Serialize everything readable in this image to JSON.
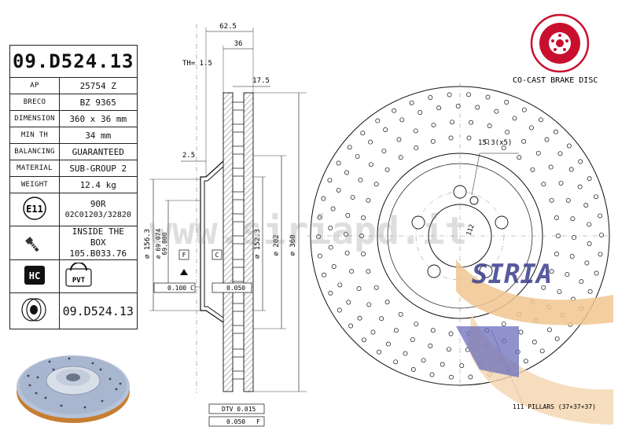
{
  "part_number": "09.D524.13",
  "specs": [
    {
      "key": "AP",
      "value": "25754 Z"
    },
    {
      "key": "BRECO",
      "value": "BZ 9365"
    },
    {
      "key": "DIMENSION",
      "value": "360 x 36 mm"
    },
    {
      "key": "MIN TH",
      "value": "34 mm"
    },
    {
      "key": "BALANCING",
      "value": "GUARANTEED"
    },
    {
      "key": "MATERIAL",
      "value": "SUB-GROUP 2"
    },
    {
      "key": "WEIGHT",
      "value": "12.4 kg"
    }
  ],
  "e11": {
    "badge": "E11",
    "line1": "90R",
    "line2": "02C01203/32820"
  },
  "inside_box": {
    "line1": "INSIDE THE BOX",
    "line2": "105.B033.76"
  },
  "badges": {
    "hc": "HC",
    "pvt": "PVT"
  },
  "bottom_part_number": "09.D524.13",
  "brand": {
    "label": "CO-CAST BRAKE DISC",
    "logo_text": "SIRIA"
  },
  "watermark": "www.siriapd.it",
  "dims": {
    "overall_width": "62.5",
    "disc_width": "36",
    "th": "TH= 1.5",
    "flange": "17.5",
    "hat_thk": "2.5",
    "d_outer": "∅ 360",
    "d_inner": "∅ 202",
    "d_hat": "∅ 152.3",
    "d_bore": "∅ 156.3",
    "d_center1": "∅ 69.074",
    "d_center2": "69.000",
    "tol1": "0.100",
    "tol1_ref": "C",
    "tol2": "0.050",
    "datum_f": "F",
    "datum_c": "C",
    "dtv": "DTV 0.015",
    "runout": "0.050",
    "runout_ref": "F",
    "holes": "15.3(x5)",
    "pcd": "112",
    "pillars": "111 PILLARS (37+37+37)"
  }
}
